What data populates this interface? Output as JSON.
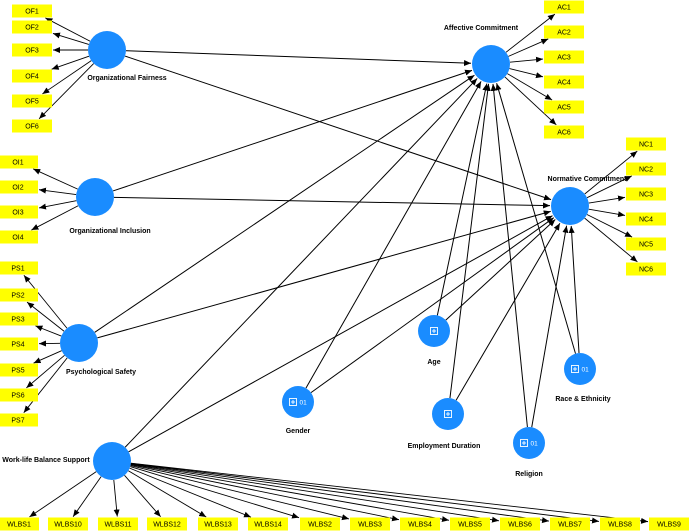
{
  "colors": {
    "latent": "#1a8cff",
    "indicator": "#ffff00",
    "arrow": "#000000"
  },
  "latents": [
    {
      "id": "OF",
      "label": "Organizational Fairness"
    },
    {
      "id": "OI",
      "label": "Organizational Inclusion"
    },
    {
      "id": "PS",
      "label": "Psychological Safety"
    },
    {
      "id": "WLBS",
      "label": "Work-life Balance Support"
    },
    {
      "id": "AC",
      "label": "Affective Commitment"
    },
    {
      "id": "NC",
      "label": "Normative Commitment"
    }
  ],
  "controls": [
    {
      "id": "GEN",
      "label": "Gender",
      "suffix": "01"
    },
    {
      "id": "AGE",
      "label": "Age",
      "suffix": ""
    },
    {
      "id": "EMP",
      "label": "Employment Duration",
      "suffix": ""
    },
    {
      "id": "REL",
      "label": "Religion",
      "suffix": "01"
    },
    {
      "id": "RACE",
      "label": "Race & Ethnicity",
      "suffix": "01"
    }
  ],
  "indicators": {
    "OF": [
      "OF1",
      "OF2",
      "OF3",
      "OF4",
      "OF5",
      "OF6"
    ],
    "OI": [
      "OI1",
      "OI2",
      "OI3",
      "OI4"
    ],
    "PS": [
      "PS1",
      "PS2",
      "PS3",
      "PS4",
      "PS5",
      "PS6",
      "PS7"
    ],
    "AC": [
      "AC1",
      "AC2",
      "AC3",
      "AC4",
      "AC5",
      "AC6"
    ],
    "NC": [
      "NC1",
      "NC2",
      "NC3",
      "NC4",
      "NC5",
      "NC6"
    ],
    "WLBS": [
      "WLBS1",
      "WLBS10",
      "WLBS11",
      "WLBS12",
      "WLBS13",
      "WLBS14",
      "WLBS2",
      "WLBS3",
      "WLBS4",
      "WLBS5",
      "WLBS6",
      "WLBS7",
      "WLBS8",
      "WLBS9"
    ]
  },
  "paths": [
    [
      "OF",
      "AC"
    ],
    [
      "OF",
      "NC"
    ],
    [
      "OI",
      "AC"
    ],
    [
      "OI",
      "NC"
    ],
    [
      "PS",
      "AC"
    ],
    [
      "PS",
      "NC"
    ],
    [
      "WLBS",
      "AC"
    ],
    [
      "WLBS",
      "NC"
    ],
    [
      "GEN",
      "AC"
    ],
    [
      "GEN",
      "NC"
    ],
    [
      "AGE",
      "AC"
    ],
    [
      "AGE",
      "NC"
    ],
    [
      "EMP",
      "AC"
    ],
    [
      "EMP",
      "NC"
    ],
    [
      "REL",
      "AC"
    ],
    [
      "REL",
      "NC"
    ],
    [
      "RACE",
      "AC"
    ],
    [
      "RACE",
      "NC"
    ]
  ]
}
